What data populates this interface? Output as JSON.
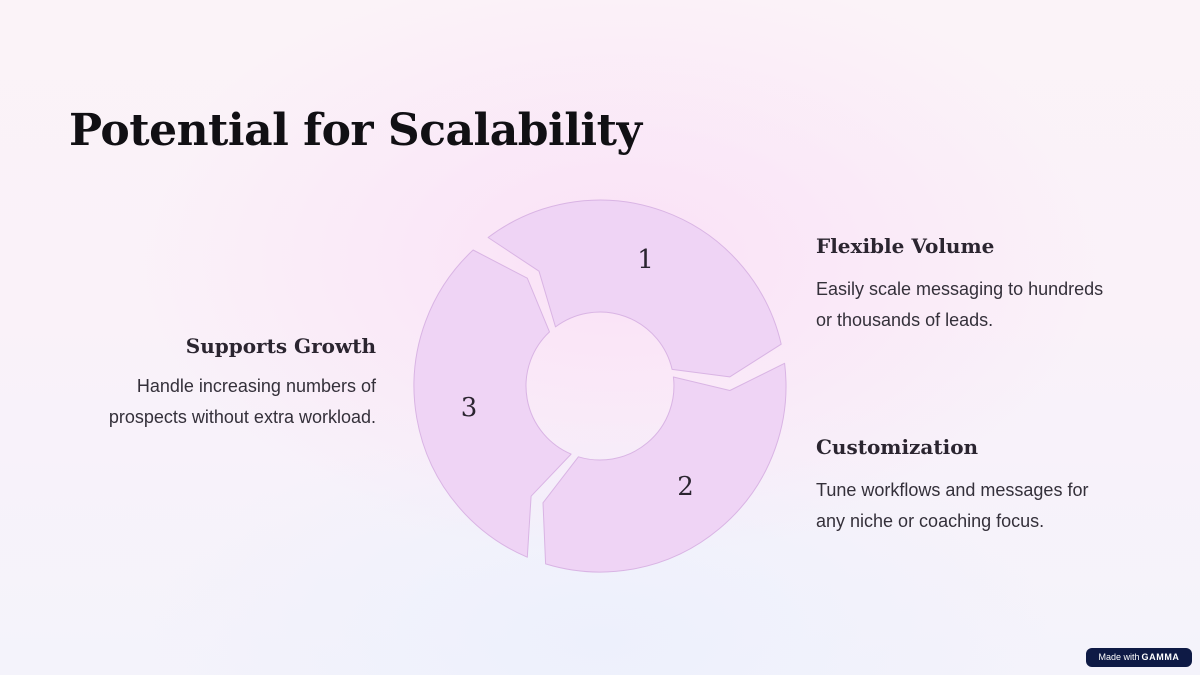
{
  "slide": {
    "title": "Potential for Scalability"
  },
  "diagram": {
    "segments": [
      {
        "number": "1",
        "heading": "Supports Growth",
        "description": "Handle increasing numbers of prospects without extra workload."
      },
      {
        "number": "2",
        "heading": "Flexible Volume",
        "description": "Easily scale messaging to hundreds or thousands of leads."
      },
      {
        "number": "3",
        "heading": "Customization",
        "description": "Tune workflows and messages for any niche or coaching focus."
      }
    ]
  },
  "colors": {
    "segment_fill": "#efd4f5",
    "segment_stroke": "#d9b4e4",
    "badge_background": "#0e1a45"
  },
  "badge": {
    "prefix": "Made with",
    "brand": "GAMMA"
  }
}
